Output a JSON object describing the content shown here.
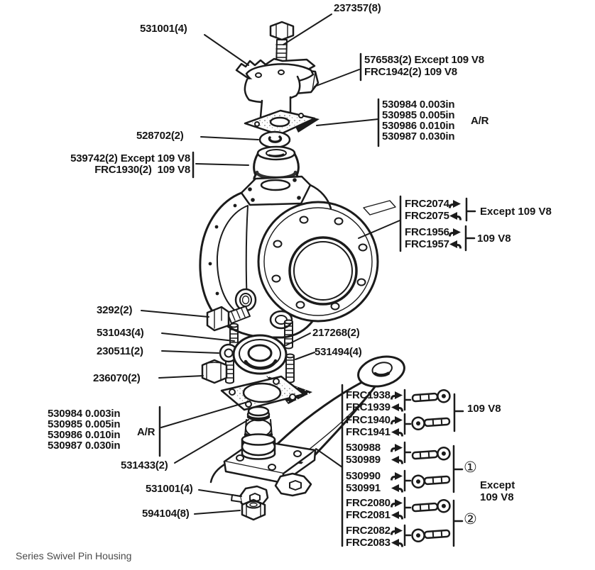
{
  "colors": {
    "ink": "#1b1b1b",
    "caption_text": "#4a4a4a",
    "background": "#ffffff"
  },
  "caption": "Series Swivel Pin Housing",
  "shim_lines": [
    "530984 0.003in",
    "530985 0.005in",
    "530986 0.010in",
    "530987 0.030in"
  ],
  "shim_ar": "A/R",
  "callouts": {
    "bolt_top": "237357(8)",
    "lockplate_top": "531001(4)",
    "swivel_upper_line1": "576583(2) Except 109 V8",
    "swivel_upper_line2": "FRC1942(2) 109 V8",
    "washer_upper": "528702(2)",
    "bearing_upper_line1": "539742(2) Except 109 V8",
    "bearing_upper_line2": "FRC1930(2)  109 V8",
    "plug": "3292(2)",
    "studs_upper": "531043(4)",
    "washer_mid": "230511(2)",
    "nut_mid": "236070(2)",
    "stud_arm": "217268(2)",
    "studs_lower": "531494(4)",
    "swivel_lower": "531433(2)",
    "lockplate_bottom": "531001(4)",
    "nut_bottom": "594104(8)"
  },
  "housing_block": {
    "rows": [
      {
        "label": "FRC2074",
        "arrow": "right"
      },
      {
        "label": "FRC2075",
        "arrow": "left"
      },
      {
        "label": "FRC1956",
        "arrow": "right"
      },
      {
        "label": "FRC1957",
        "arrow": "left"
      }
    ],
    "group1": "Except 109 V8",
    "group2": "109 V8"
  },
  "arm_block": {
    "rows": [
      {
        "label": "FRC1938",
        "arrow": "right"
      },
      {
        "label": "FRC1939",
        "arrow": "left"
      },
      {
        "label": "FRC1940",
        "arrow": "right"
      },
      {
        "label": "FRC1941",
        "arrow": "left"
      },
      {
        "label": "530988",
        "arrow": "right"
      },
      {
        "label": "530989",
        "arrow": "left"
      },
      {
        "label": "530990",
        "arrow": "right"
      },
      {
        "label": "530991",
        "arrow": "left"
      },
      {
        "label": "FRC2080",
        "arrow": "right"
      },
      {
        "label": "FRC2081",
        "arrow": "left"
      },
      {
        "label": "FRC2082",
        "arrow": "right"
      },
      {
        "label": "FRC2083",
        "arrow": "left"
      }
    ],
    "group_109": "109 V8",
    "circle_1": "①",
    "circle_2": "②",
    "except_line1": "Except",
    "except_line2": "109 V8"
  },
  "icons": {
    "fit_arrow_right": "solid right arrow ➡",
    "fit_arrow_left": "solid left arrow ⬅",
    "circled_one": "①",
    "circled_two": "②",
    "track_rod_end_ball_right": "rod with ball-joint at right end",
    "track_rod_end_ball_left": "rod with ball-joint at left end"
  }
}
